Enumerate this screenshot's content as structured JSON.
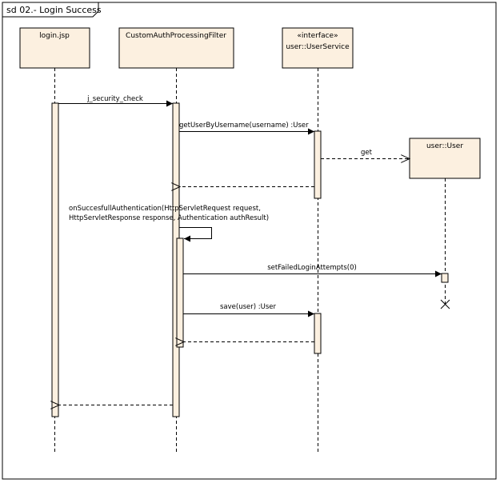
{
  "frame": {
    "title": "sd 02.- Login Success"
  },
  "colors": {
    "box_fill": "#fcf0e0",
    "line": "#000000",
    "frame_border": "#000000"
  },
  "lifelines": {
    "login": {
      "label": "login.jsp"
    },
    "filter": {
      "label": "CustomAuthProcessingFilter"
    },
    "service": {
      "stereotype": "«interface»",
      "label": "user::UserService"
    },
    "user": {
      "label": "user::User"
    }
  },
  "messages": {
    "m1": {
      "label": "j_security_check"
    },
    "m2": {
      "label": "getUserByUsername(username) :User"
    },
    "m3": {
      "label": "get"
    },
    "m5": {
      "label_line1": "onSuccesfullAuthentication(HttpServletRequest request,",
      "label_line2": "HttpServletResponse response, Authentication authResult)"
    },
    "m6": {
      "label": "setFailedLoginAttempts(0)"
    },
    "m7": {
      "label": "save(user) :User"
    }
  }
}
